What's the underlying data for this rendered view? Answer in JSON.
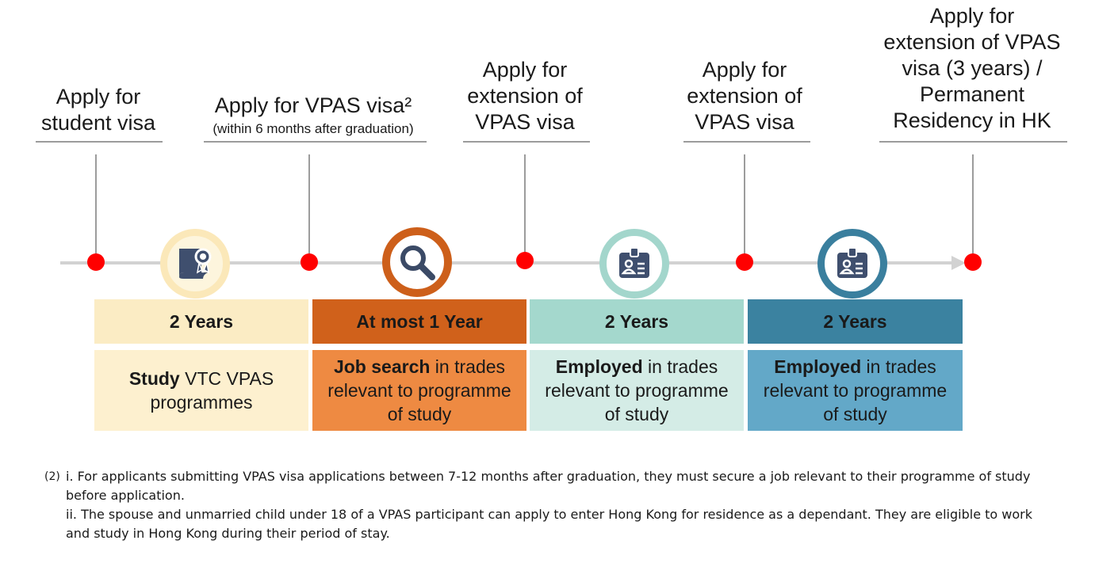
{
  "milestones": [
    {
      "line1": "Apply for",
      "line2": "student visa"
    },
    {
      "line1": "Apply for VPAS visa²",
      "sub": "(within 6 months after graduation)"
    },
    {
      "line1": "Apply for",
      "line2": "extension of",
      "line3": "VPAS visa"
    },
    {
      "line1": "Apply for",
      "line2": "extension of",
      "line3": "VPAS visa"
    },
    {
      "line1": "Apply for",
      "line2": "extension of VPAS",
      "line3": "visa (3 years) /",
      "line4": "Permanent",
      "line5": "Residency in HK"
    }
  ],
  "stages": [
    {
      "duration": "2 Years",
      "bold": "Study",
      "rest": " VTC VPAS programmes",
      "header_color": "#fbecc4",
      "body_color": "#fdf0cf",
      "icon": "certificate-icon"
    },
    {
      "duration": "At most 1 Year",
      "bold": "Job search",
      "rest": " in trades relevant to programme of study",
      "header_color": "#d0611b",
      "body_color": "#ee8a42",
      "icon": "magnifier-icon"
    },
    {
      "duration": "2 Years",
      "bold": "Employed",
      "rest": " in trades relevant to programme of study",
      "header_color": "#a4d8cd",
      "body_color": "#d4ece6",
      "icon": "id-badge-icon"
    },
    {
      "duration": "2 Years",
      "bold": "Employed",
      "rest": " in trades relevant to programme of study",
      "header_color": "#3b82a0",
      "body_color": "#63a8c8",
      "icon": "id-badge-icon"
    }
  ],
  "footnote": {
    "marker": "(2)",
    "line_i": "i. For applicants submitting VPAS visa applications between 7-12 months after graduation, they must secure a job relevant to their programme of study before application.",
    "line_ii": "ii. The spouse and unmarried child under 18 of a VPAS participant can apply to enter Hong Kong for residence as a dependant. They are eligible to work and study in Hong Kong during their period of stay."
  },
  "colors": {
    "dot": "#ff0000",
    "axis": "#d2d2d2",
    "guide": "#9c9c9c"
  }
}
